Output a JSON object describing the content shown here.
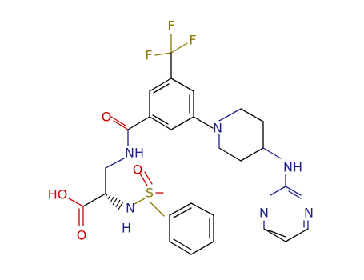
{
  "atoms": {
    "F_top": "F",
    "F_left": "F",
    "F_right": "F",
    "O_amide": "O",
    "NH_amide": "NH",
    "N_piperidine": "N",
    "NH_amino": "NH",
    "N_pyrimidine_left": "N",
    "N_pyrimidine_right": "N",
    "HO_acid": "HO",
    "O_acid": "O",
    "NH_sulfonamide": "N",
    "H_sulfonamide": "H",
    "S": "S",
    "O_sulfonyl": "O"
  },
  "colors": {
    "carbon": "#000000",
    "nitrogen": "#1f1f8c",
    "oxygen": "#cc0000",
    "sulfur": "#8a7a00",
    "fluorine": "#8a7a00"
  }
}
